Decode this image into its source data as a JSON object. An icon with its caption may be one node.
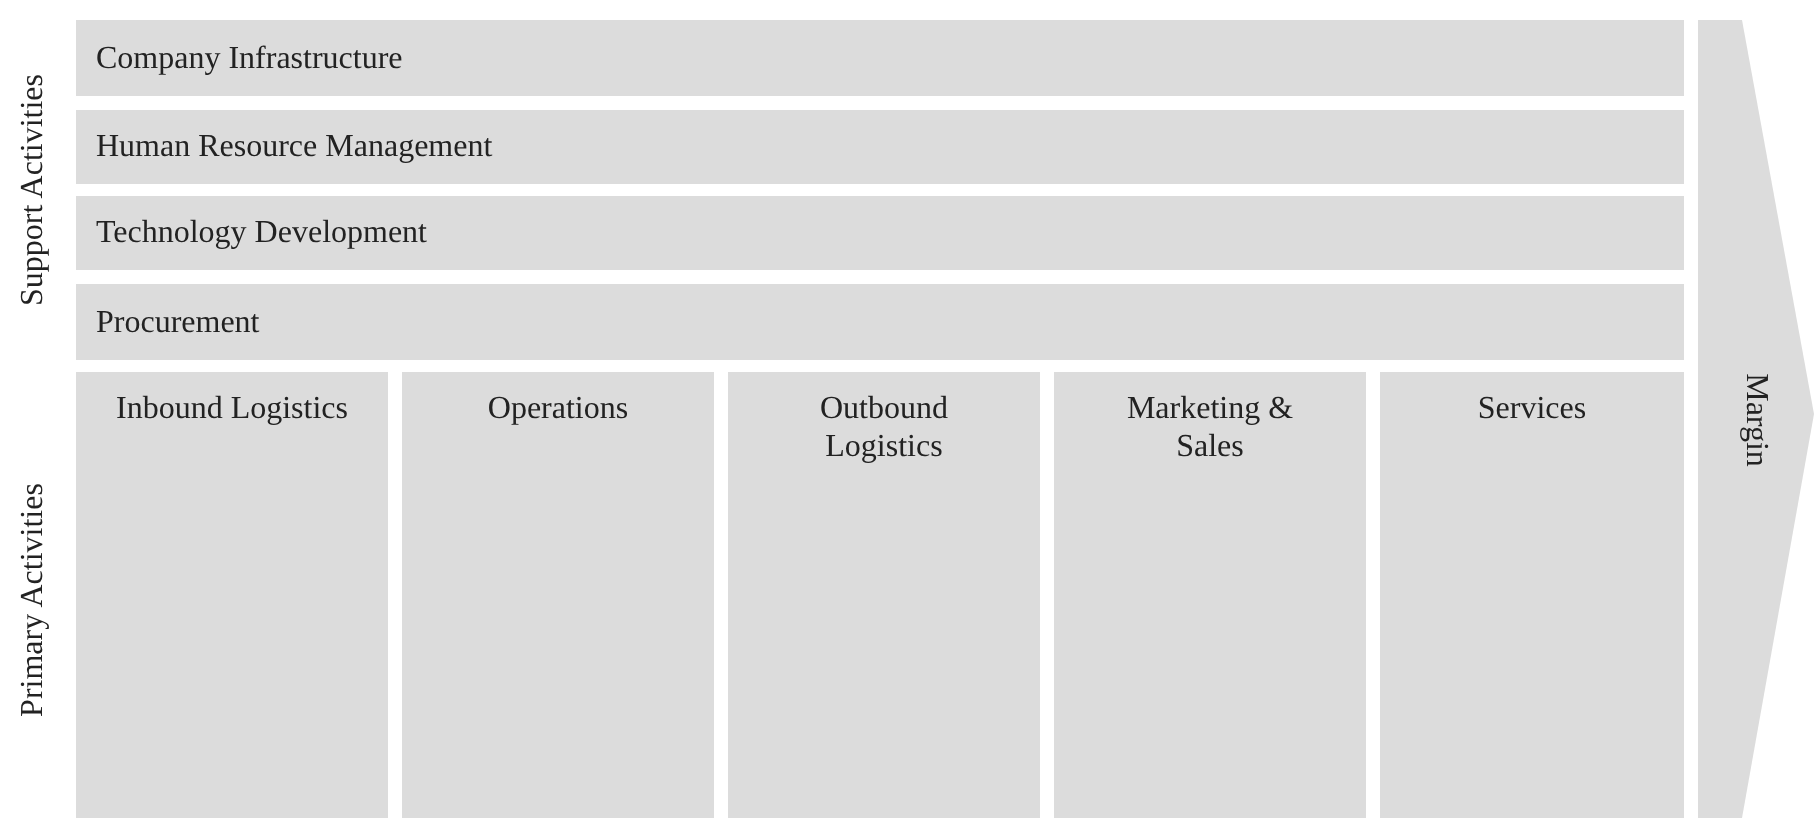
{
  "diagram": {
    "nodes": [
      {
        "text": [
          "Company Infrastructure"
        ]
      },
      {
        "text": [
          "Human Resource Management"
        ]
      },
      {
        "text": [
          "Technology Development"
        ]
      },
      {
        "text": [
          "Procurement"
        ]
      },
      {
        "text": [
          "Inbound Logistics"
        ]
      },
      {
        "text": [
          "Operations"
        ]
      },
      {
        "text": [
          "Outbound Logistics"
        ]
      },
      {
        "text": [
          "Marketing & Sales"
        ]
      },
      {
        "text": [
          "Services"
        ]
      },
      {
        "text": [
          "Margin"
        ]
      }
    ],
    "labels": [
      "Support Activities",
      "Primary Activities"
    ]
  }
}
